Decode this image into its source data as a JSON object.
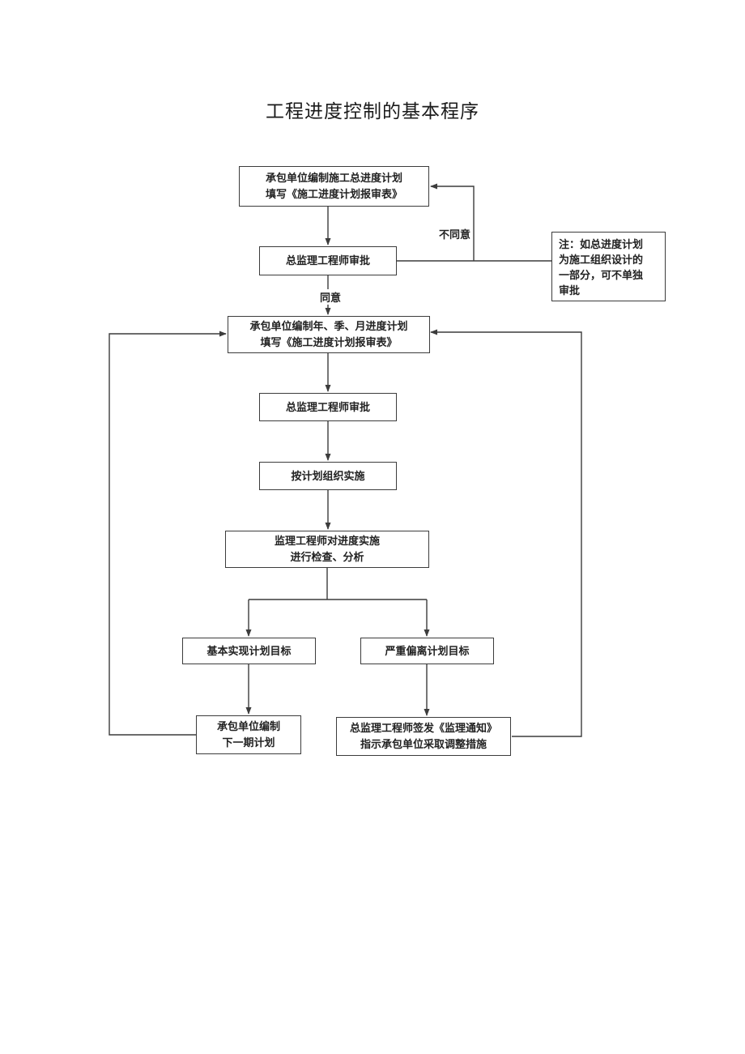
{
  "page": {
    "title": "工程进度控制的基本程序"
  },
  "flow": {
    "node_compile_total_plan": "承包单位编制施工总进度计划\n填写《施工进度计划报审表》",
    "node_chief_approval_1": "总监理工程师审批",
    "note": "注：如总进度计划\n为施工组织设计的\n一部分，可不单独\n审批",
    "label_disagree": "不同意",
    "label_agree": "同意",
    "node_compile_periodic_plan": "承包单位编制年、季、月进度计划\n填写《施工进度计划报审表》",
    "node_chief_approval_2": "总监理工程师审批",
    "node_implement_per_plan": "按计划组织实施",
    "node_supervisor_inspect": "监理工程师对进度实施\n进行检查、分析",
    "node_target_achieved": "基本实现计划目标",
    "node_target_deviated": "严重偏离计划目标",
    "node_next_period_plan": "承包单位编制\n下一期计划",
    "node_issue_notice": "总监理工程师签发《监理通知》\n指示承包单位采取调整措施"
  }
}
